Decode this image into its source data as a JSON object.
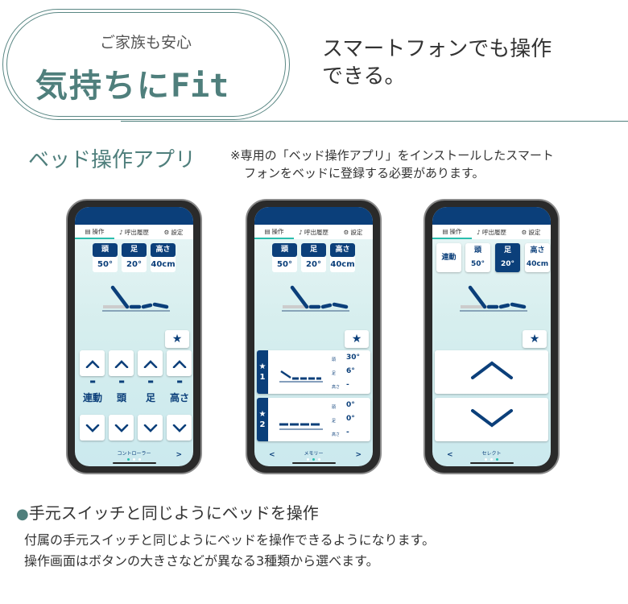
{
  "header": {
    "tagline": "ご家族も安心",
    "logo_text": "気持ちに",
    "logo_fit": "Fit",
    "headline": [
      "スマートフォンでも操作",
      "できる。"
    ]
  },
  "section": {
    "title": "ベッド操作アプリ",
    "note": [
      "※専用の「ベッド操作アプリ」をインストールしたスマート",
      "フォンをベッドに登録する必要があります。"
    ]
  },
  "app": {
    "tabs": [
      "操作",
      "呼出履歴",
      "設定"
    ],
    "values": [
      {
        "label": "頭",
        "value": "50°"
      },
      {
        "label": "足",
        "value": "20°"
      },
      {
        "label": "高さ",
        "value": "40cm"
      }
    ],
    "screen1": {
      "labels": [
        "連動",
        "頭",
        "足",
        "高さ"
      ],
      "footer": "コントローラー",
      "next": ">"
    },
    "screen2": {
      "memories": [
        {
          "num": "1",
          "head": "30°",
          "foot": "6°",
          "height": "-"
        },
        {
          "num": "2",
          "head": "0°",
          "foot": "0°",
          "height": "-"
        }
      ],
      "row_labels": [
        "頭",
        "足",
        "高さ"
      ],
      "footer": "メモリー",
      "prev": "<",
      "next": ">"
    },
    "screen3": {
      "linked": "連動",
      "selected": "足",
      "footer": "セレクト",
      "prev": "<"
    }
  },
  "feature": {
    "title": "手元スイッチと同じようにベッドを操作",
    "desc": [
      "付属の手元スイッチと同じようにベッドを操作できるようになります。",
      "操作画面はボタンの大きさなどが異なる3種類から選べます。"
    ]
  },
  "colors": {
    "teal": "#4f7f7c",
    "navy": "#0b3f7a",
    "accent": "#2bbfae"
  }
}
